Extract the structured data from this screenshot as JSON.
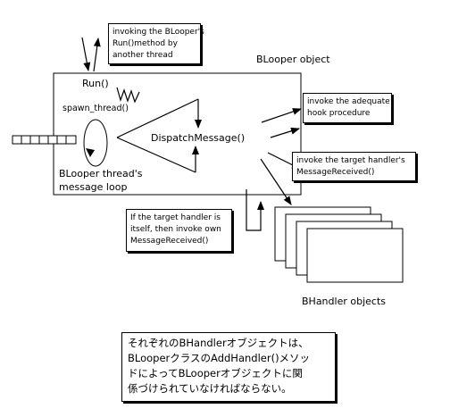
{
  "notes": {
    "invoking": [
      "invoking the BLooper's",
      "Run()method by",
      "another thread"
    ],
    "hook": [
      "invoke the adequate",
      "hook procedure"
    ],
    "target": [
      "invoke the target handler's",
      "MessageReceived()"
    ],
    "self": [
      "If the target handler is",
      "itself, then invoke own",
      "MessageReceived()"
    ],
    "japanese": [
      "それぞれのBHandlerオブジェクトは、",
      "BLooperクラスのAddHandler()メソッ",
      "ドによってBLooperオブジェクトに関",
      "係づけられていなければならない。"
    ]
  },
  "labels": {
    "blooper_object": "BLooper object",
    "run": "Run()",
    "spawn_thread": "spawn_thread()",
    "dispatch": "DispatchMessage()",
    "loop": [
      "BLooper thread's",
      "message loop"
    ],
    "bhandler_objects": "BHandler objects"
  },
  "colors": {
    "ink": "#000000",
    "paper": "#ffffff"
  }
}
